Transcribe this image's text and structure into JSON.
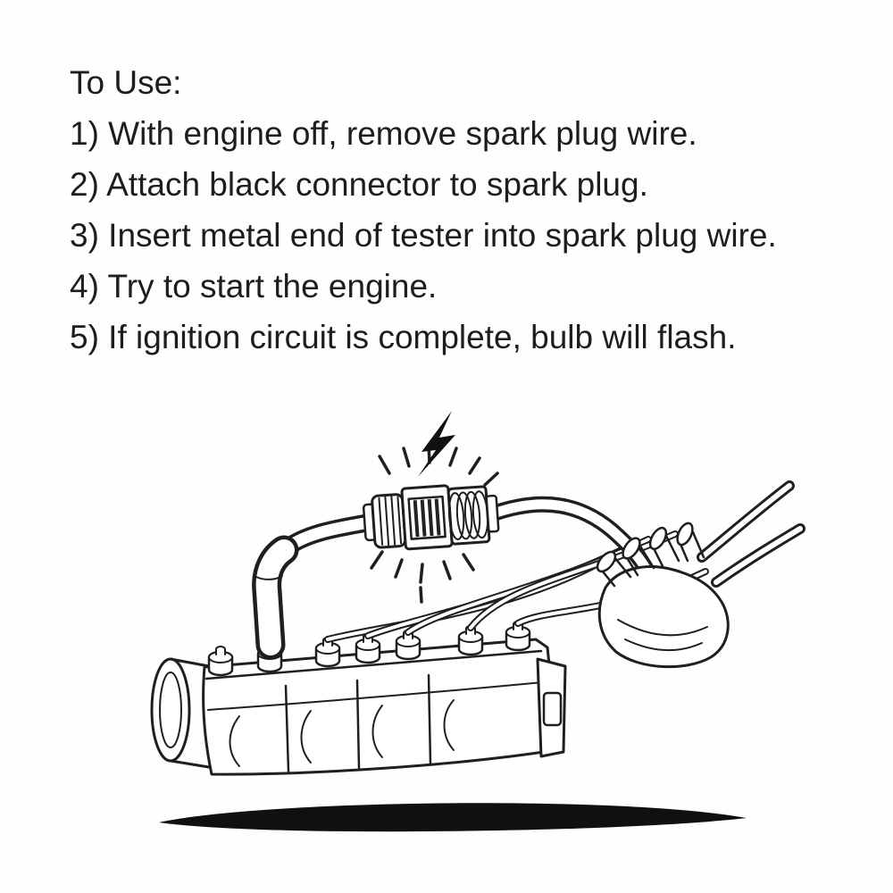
{
  "page": {
    "background": "#fefefe",
    "ink": "#1d1d1d"
  },
  "instructions": {
    "title": "To Use:",
    "items": [
      {
        "text": "1) With engine off, remove spark plug wire."
      },
      {
        "text": "2) Attach black connector to spark plug."
      },
      {
        "text": "3) Insert metal end of tester into spark plug wire."
      },
      {
        "text": "4) Try to start the engine."
      },
      {
        "text": "5) If ignition circuit is complete, bulb will flash."
      }
    ]
  },
  "illustration": {
    "icons": [
      "lightning-bolt-icon",
      "flash-rays-icon",
      "spark-tester-icon",
      "spark-plug-boot-icon",
      "spark-plug-wire-icon",
      "distributor-cap-icon",
      "engine-valve-cover-icon",
      "ground-shadow-icon"
    ],
    "line_color": "#1f1f1f"
  }
}
